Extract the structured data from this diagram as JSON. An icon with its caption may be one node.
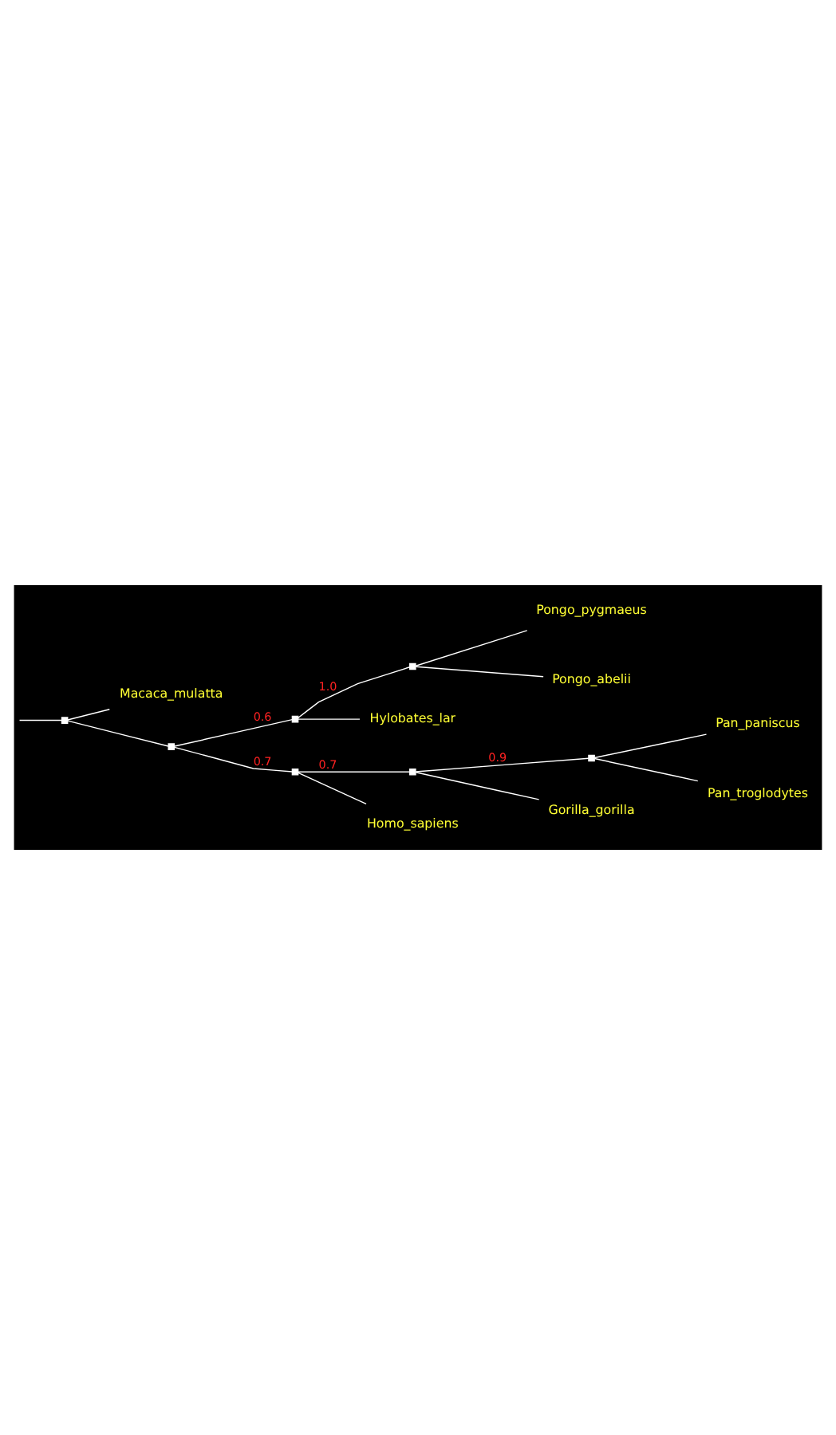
{
  "diagram": {
    "nodes": [
      {
        "text": [
          "Macaca_mulatta"
        ]
      },
      {
        "text": [
          "Pongo_pygmaeus"
        ]
      },
      {
        "text": [],
        "shape": "box"
      },
      {
        "text": [],
        "shape": "box"
      },
      {
        "text": [
          "Pongo_abelii"
        ]
      },
      {
        "text": [
          "Hylobates_lar"
        ]
      },
      {
        "text": [],
        "shape": "box"
      },
      {
        "text": [],
        "shape": "box"
      },
      {
        "text": [
          "Pan_paniscus"
        ]
      },
      {
        "text": [],
        "shape": "box"
      },
      {
        "text": [],
        "shape": "box"
      },
      {
        "text": [
          "Pan_troglodytes"
        ]
      },
      {
        "text": [],
        "shape": "box"
      },
      {
        "text": [
          "Gorilla_gorilla"
        ]
      },
      {
        "text": [
          "Homo_sapiens"
        ]
      }
    ],
    "edges": [
      {
        "from": null,
        "to": 6,
        "arrow": "none"
      },
      {
        "from": 6,
        "to": 0,
        "arrow": "none"
      },
      {
        "from": 6,
        "to": 7,
        "arrow": "none"
      },
      {
        "from": 7,
        "to": 3,
        "arrow": "none",
        "label": "0.6"
      },
      {
        "from": 3,
        "to": 2,
        "arrow": "none",
        "label": "1.0"
      },
      {
        "from": 2,
        "to": 1,
        "arrow": "none"
      },
      {
        "from": 2,
        "to": 4,
        "arrow": "none"
      },
      {
        "from": 3,
        "to": 5,
        "arrow": "none"
      },
      {
        "from": 7,
        "to": 12,
        "arrow": "none",
        "label": "0.7"
      },
      {
        "from": 12,
        "to": 10,
        "arrow": "none",
        "label": "0.7"
      },
      {
        "from": 10,
        "to": 9,
        "arrow": "none",
        "label": "0.9"
      },
      {
        "from": 9,
        "to": 8,
        "arrow": "none"
      },
      {
        "from": 9,
        "to": 11,
        "arrow": "none"
      },
      {
        "from": 10,
        "to": 13,
        "arrow": "none"
      },
      {
        "from": 12,
        "to": 14,
        "arrow": "none"
      }
    ]
  }
}
